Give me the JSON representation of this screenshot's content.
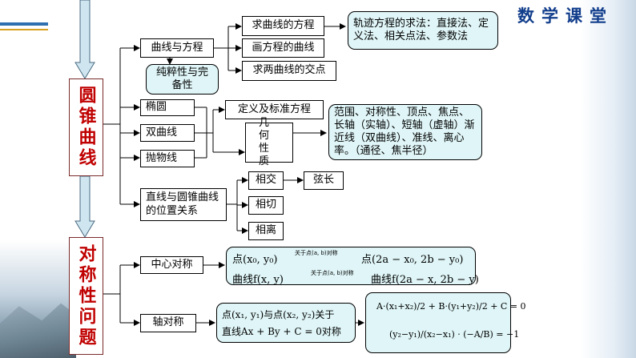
{
  "header": {
    "deco_title": "数学课堂"
  },
  "left": {
    "top": "圆锥曲线",
    "bottom": "对称性问题"
  },
  "curve": {
    "curve_eq": "曲线与方程",
    "pure_complete": "纯粹性与完备性",
    "find_eq": "求曲线的方程",
    "draw_curve": "画方程的曲线",
    "intersection": "求两曲线的交点",
    "methods": "轨迹方程的求法：直接法、定义法、相关点法、参数法",
    "ellipse": "椭圆",
    "hyperbola": "双曲线",
    "parabola": "抛物线",
    "def_eq": "定义及标准方程",
    "geometry": "几何性质",
    "props": "范围、对称性、顶点、焦点、长轴（实轴）、短轴（虚轴）渐近线（双曲线）、准线、离心率。（通径、焦半径）",
    "line_relation": "直线与圆锥曲线的位置关系",
    "intersect": "相交",
    "chord": "弦长",
    "tangent": "相切",
    "separate": "相离"
  },
  "symmetry": {
    "central": "中心对称",
    "axial": "轴对称",
    "over_label": "关于点(a, b)对称",
    "point_a": "点(x₀, y₀)",
    "point_b": "点(2a − x₀, 2b − y₀)",
    "curve_a": "曲线f(x, y)",
    "curve_b": "曲线f(2a − x, 2b − y)",
    "axial_desc1": "点(x₁, y₁)与点(x₂, y₂)关于",
    "axial_desc2": "直线Ax + By + C = 0对称",
    "sys1": "A·(x₁+x₂)/2 + B·(y₁+y₂)/2 + C = 0",
    "sys2": "(y₂−y₁)/(x₂−x₁) · (−A/B) = −1"
  }
}
